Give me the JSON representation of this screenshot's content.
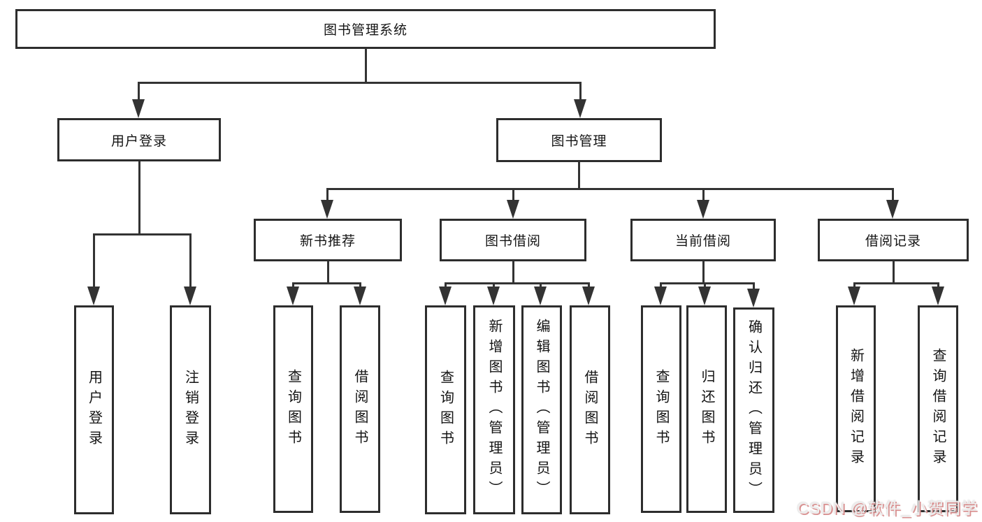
{
  "tree": {
    "root": "图书管理系统",
    "branches": [
      {
        "label": "用户登录",
        "children": [
          "用户登录",
          "注销登录"
        ]
      },
      {
        "label": "图书管理",
        "groups": [
          {
            "label": "新书推荐",
            "children": [
              "查询图书",
              "借阅图书"
            ]
          },
          {
            "label": "图书借阅",
            "children": [
              "查询图书",
              "新增图书（管理员）",
              "编辑图书（管理员）",
              "借阅图书"
            ]
          },
          {
            "label": "当前借阅",
            "children": [
              "查询图书",
              "归还图书",
              "确认归还（管理员）"
            ]
          },
          {
            "label": "借阅记录",
            "children": [
              "新增借阅记录",
              "查询借阅记录"
            ]
          }
        ]
      }
    ]
  },
  "watermark": {
    "text": "CSDN @软件_小贺同学"
  },
  "colors": {
    "line": "#333333",
    "box_border": "#2d2d2d",
    "text": "#141414",
    "background": "#ffffff",
    "watermark_text": "#f0eeee",
    "watermark_shadow": "#d98f8f"
  }
}
